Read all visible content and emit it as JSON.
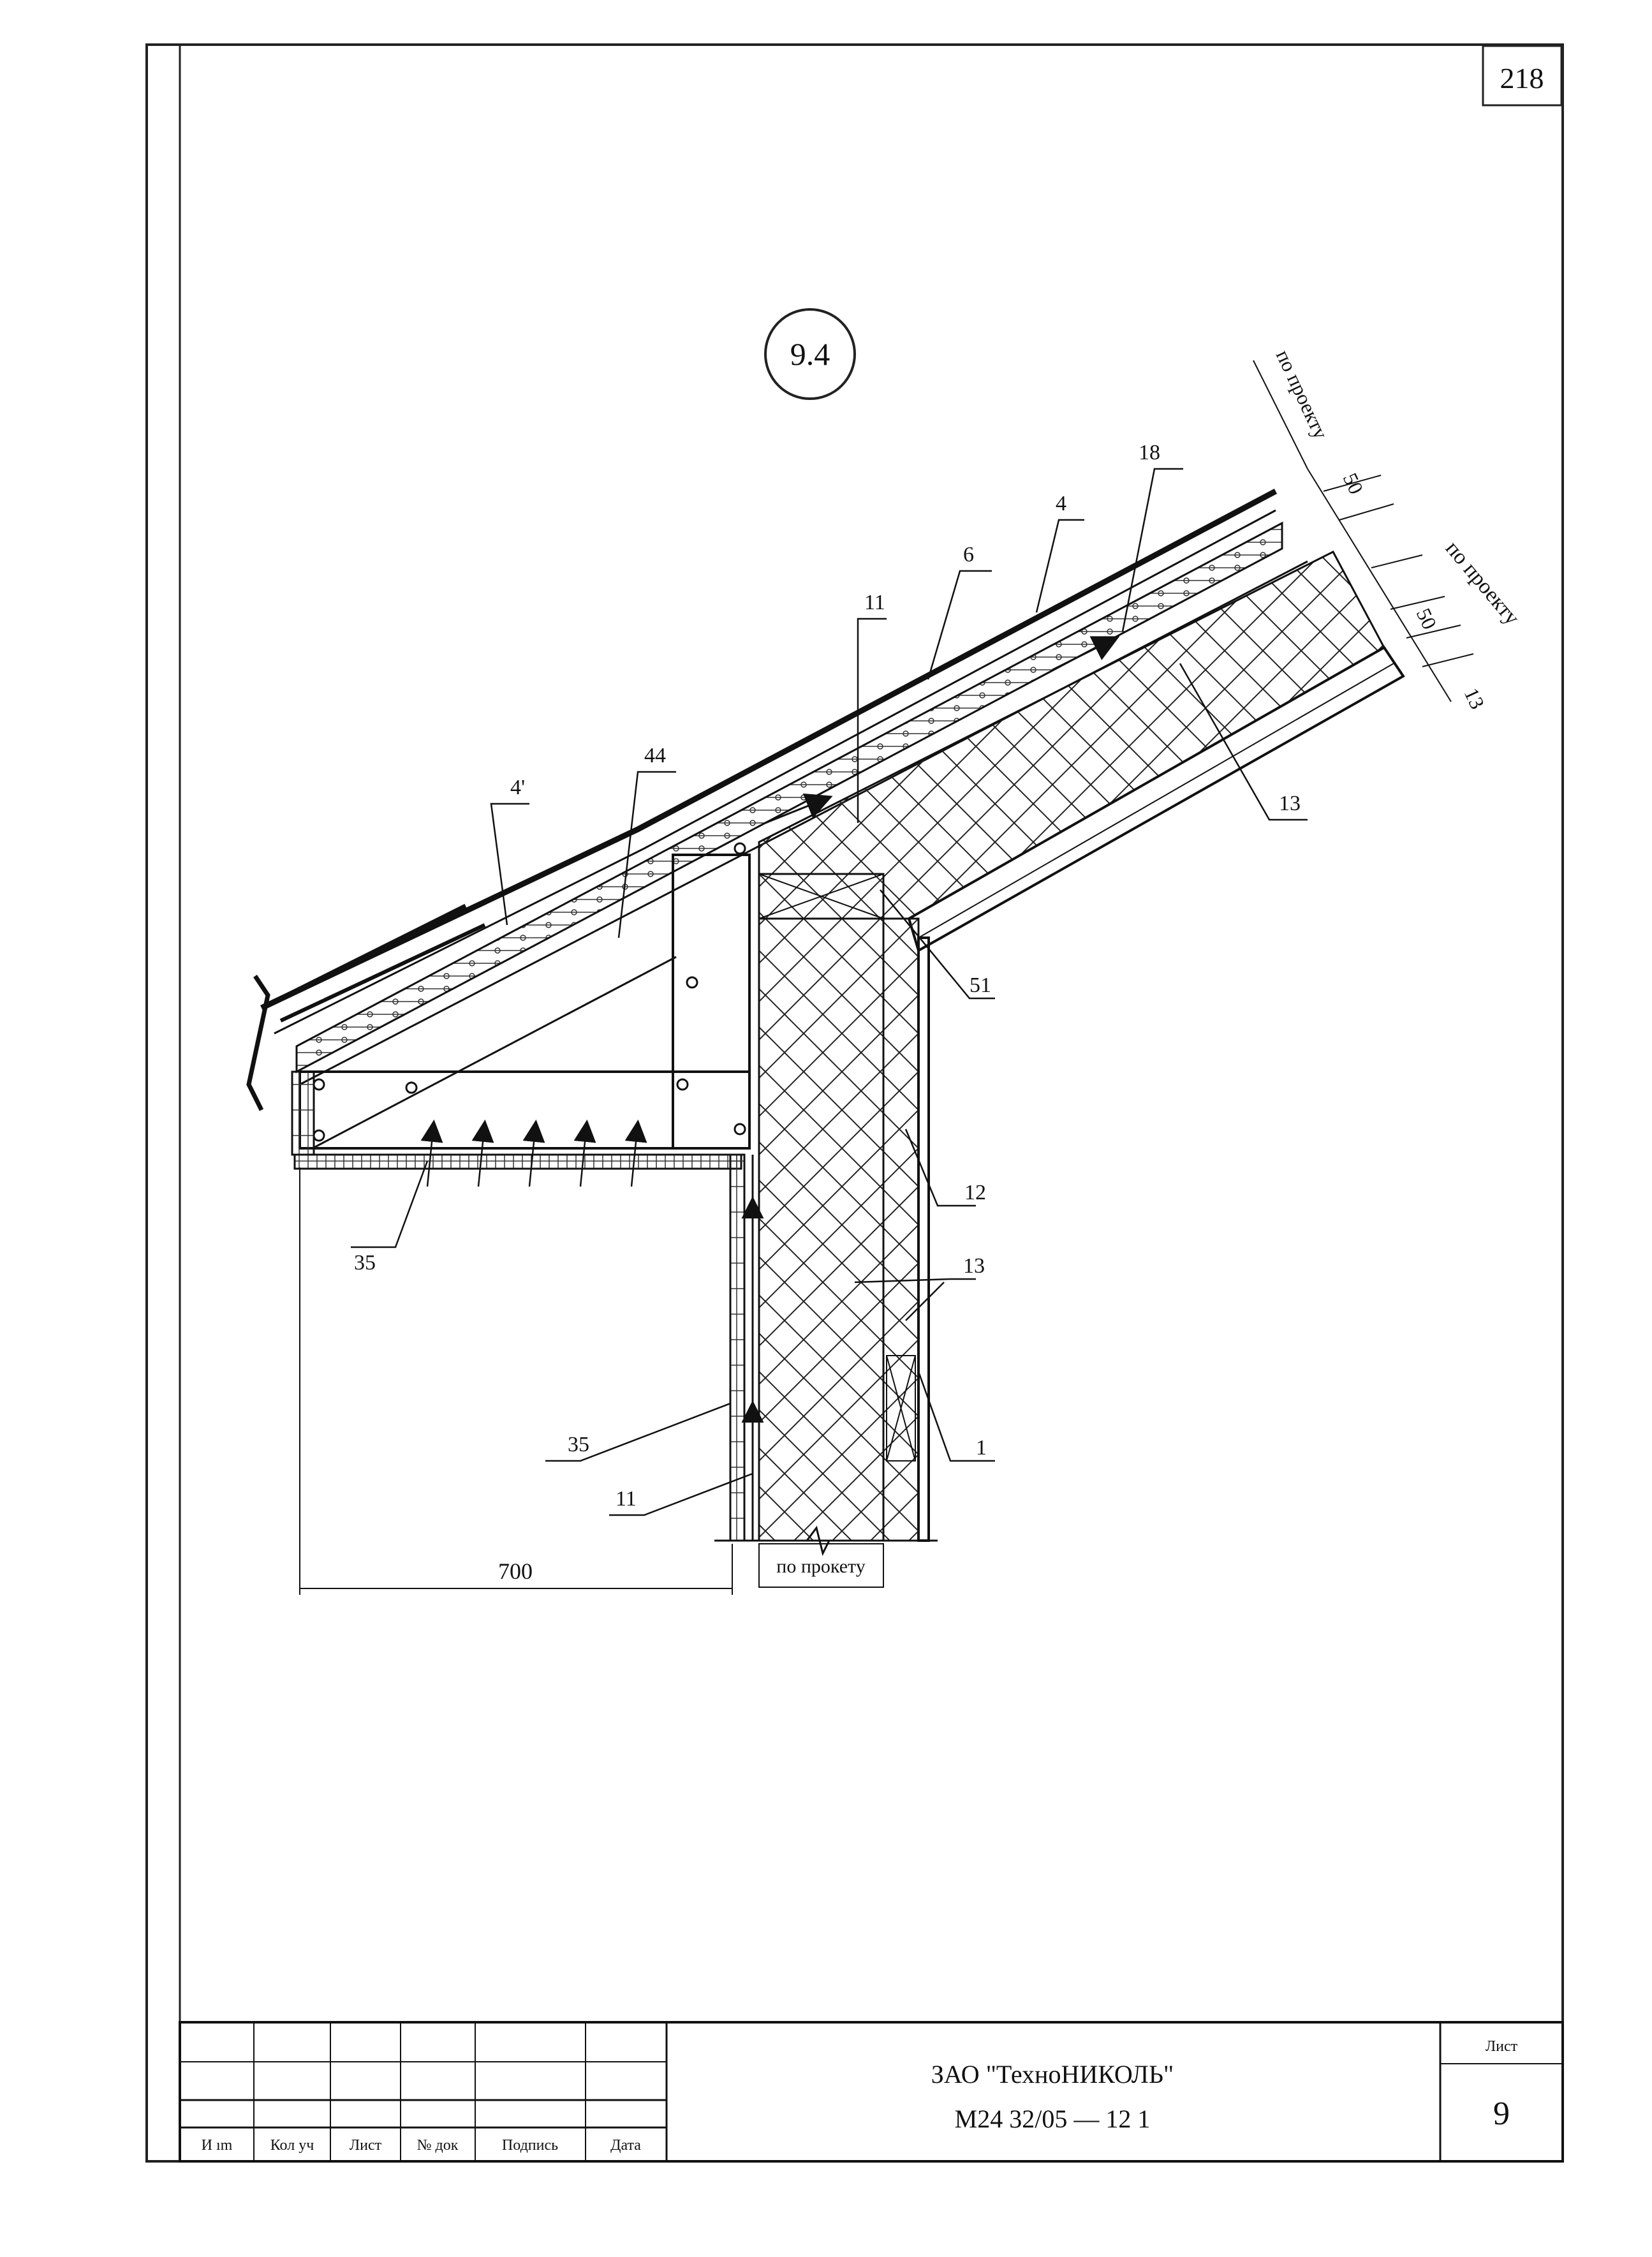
{
  "page_number": "218",
  "detail_id": "9.4",
  "callouts": {
    "c4": "4",
    "c4p": "4'",
    "c6": "6",
    "c11a": "11",
    "c11b": "11",
    "c18": "18",
    "c44": "44",
    "c13a": "13",
    "c13b": "13",
    "c51": "51",
    "c12": "12",
    "c1": "1",
    "c35a": "35",
    "c35b": "35"
  },
  "dimensions": {
    "po_proektu_1": "по проекту",
    "po_proektu_2": "по проекту",
    "d50a": "50",
    "d50b": "50",
    "d13": "13",
    "d700": "700",
    "po_proketu": "по прокету"
  },
  "title_block": {
    "company": "ЗАО \"ТехноНИКОЛЬ\"",
    "doc_code": "М24 32/05   —   12 1",
    "sheet_label": "Лист",
    "sheet_number": "9",
    "cols": [
      "И ım",
      "Кол уч",
      "Лист",
      "№ док",
      "Подпись",
      "Дата"
    ]
  }
}
